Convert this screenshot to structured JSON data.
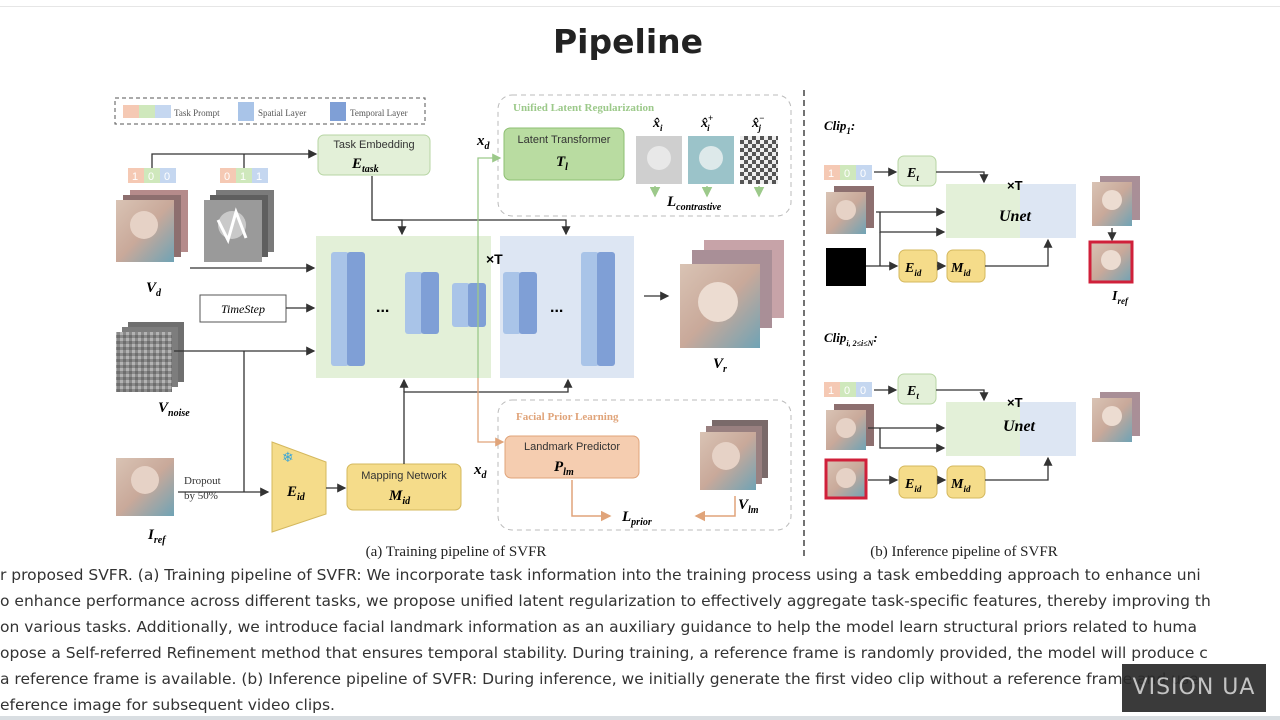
{
  "title": "Pipeline",
  "legend": {
    "task_prompt": "Task Prompt",
    "spatial": "Spatial Layer",
    "temporal": "Temporal Layer"
  },
  "training": {
    "task_embedding_label": "Task Embedding",
    "task_embedding_sym": "E",
    "task_embedding_sub": "task",
    "prompt_a": [
      "1",
      "0",
      "0"
    ],
    "prompt_b": [
      "0",
      "1",
      "1"
    ],
    "vd_sym": "V",
    "vd_sub": "d",
    "timestep": "TimeStep",
    "vnoise_sym": "V",
    "vnoise_sub": "noise",
    "iref_sym": "I",
    "iref_sub": "ref",
    "dropout_line1": "Dropout",
    "dropout_line2": "by 50%",
    "eid_sym": "E",
    "eid_sub": "id",
    "mapping_label": "Mapping Network",
    "mapping_sym": "M",
    "mapping_sub": "id",
    "times_t": "×T",
    "dots": "...",
    "vr_sym": "V",
    "vr_sub": "r",
    "ulr_title": "Unified Latent Regularization",
    "latent_label": "Latent Transformer",
    "latent_sym": "T",
    "latent_sub": "l",
    "xd_sym": "x",
    "xd_sub": "d",
    "xi": "x̂",
    "xi_sub": "i",
    "xip_sub": "i",
    "xip_sup": "+",
    "xjm_sub": "j",
    "xjm_sup": "−",
    "lcon_sym": "L",
    "lcon_sub": "contrastive",
    "fpl_title": "Facial Prior Learning",
    "landmark_label": "Landmark Predictor",
    "landmark_sym": "P",
    "landmark_sub": "lm",
    "lprior_sym": "L",
    "lprior_sub": "prior",
    "vlm_sym": "V",
    "vlm_sub": "lm",
    "caption": "(a) Training pipeline of SVFR"
  },
  "inference": {
    "clip1_sym": "Clip",
    "clip1_sub": "1",
    "clip1_colon": ":",
    "clipi_sym": "Clip",
    "clipi_sub": "i, 2≤i≤N",
    "clipi_colon": ":",
    "prompt": [
      "1",
      "0",
      "0"
    ],
    "et_sym": "E",
    "et_sub": "t",
    "eid_sym": "E",
    "eid_sub": "id",
    "mid_sym": "M",
    "mid_sub": "id",
    "unet": "Unet",
    "times_t": "×T",
    "iref_sym": "I",
    "iref_sub": "ref",
    "caption": "(b) Inference pipeline of SVFR"
  },
  "caption_lines": [
    "r proposed SVFR. (a) Training pipeline of SVFR: We incorporate task information into the training process using a task embedding approach to enhance uni",
    "o enhance performance across different tasks, we propose unified latent regularization to effectively aggregate task-specific features, thereby improving th",
    "on various tasks. Additionally, we introduce facial landmark information as an auxiliary guidance to help the model learn structural priors related to huma",
    "opose a Self-referred Refinement method that ensures temporal stability. During training, a reference frame is randomly provided, the model will produce c",
    "a reference frame is available. (b) Inference pipeline of SVFR: During inference, we initially generate the first video clip without a reference frame and use",
    "eference image for subsequent video clips."
  ],
  "watermark": "VISION UA",
  "colors": {
    "green_block": "#e3f0d8",
    "blue_block": "#dde6f3",
    "spatial": "#a9c4e8",
    "temporal": "#7f9fd6",
    "module_green": "#cfe8bc",
    "module_yellow": "#f5dc8a",
    "landmark": "#f5cdb0",
    "ulr_title": "#9cc98a",
    "fpl_title": "#e0a47a"
  }
}
